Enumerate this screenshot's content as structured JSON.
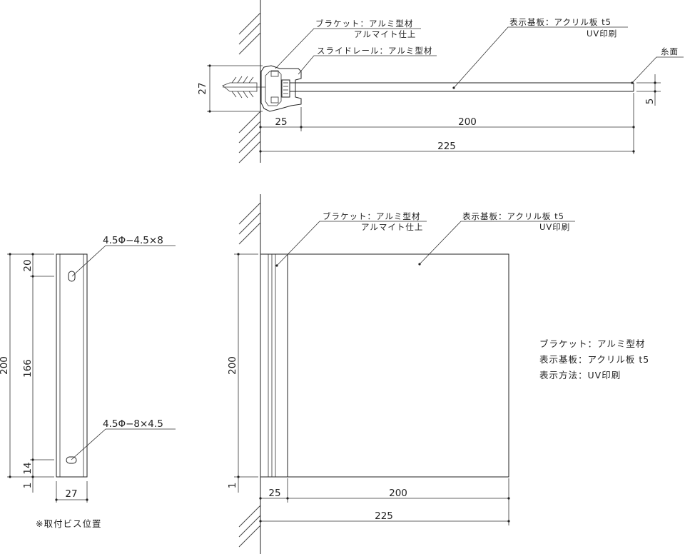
{
  "top_view": {
    "bracket_label": "ブラケット：アルミ型材",
    "bracket_label_2": "アルマイト仕上",
    "rail_label": "スライドレール：アルミ型材",
    "plate_label": "表示基板：アクリル板 t5",
    "plate_label_2": "UV印刷",
    "edge_label": "糸面",
    "dim_depth": "27",
    "dim_thickness": "5",
    "dim_25": "25",
    "dim_200": "200",
    "dim_225": "225"
  },
  "side_view": {
    "hole_top": "4.5Φ−4.5×8",
    "hole_bottom": "4.5Φ−8×4.5",
    "dim_height": "200",
    "dim_20": "20",
    "dim_166": "166",
    "dim_14": "14",
    "dim_1": "1",
    "dim_width": "27",
    "footnote": "※取付ビス位置"
  },
  "front_view": {
    "bracket_label": "ブラケット：アルミ型材",
    "bracket_label_2": "アルマイト仕上",
    "plate_label": "表示基板：アクリル板 t5",
    "plate_label_2": "UV印刷",
    "dim_height": "200",
    "dim_1": "1",
    "dim_25": "25",
    "dim_200": "200",
    "dim_225": "225"
  },
  "spec_notes": {
    "line1": "ブラケット：アルミ型材",
    "line2": "表示基板：アクリル板 t5",
    "line3": "表示方法：UV印刷"
  }
}
